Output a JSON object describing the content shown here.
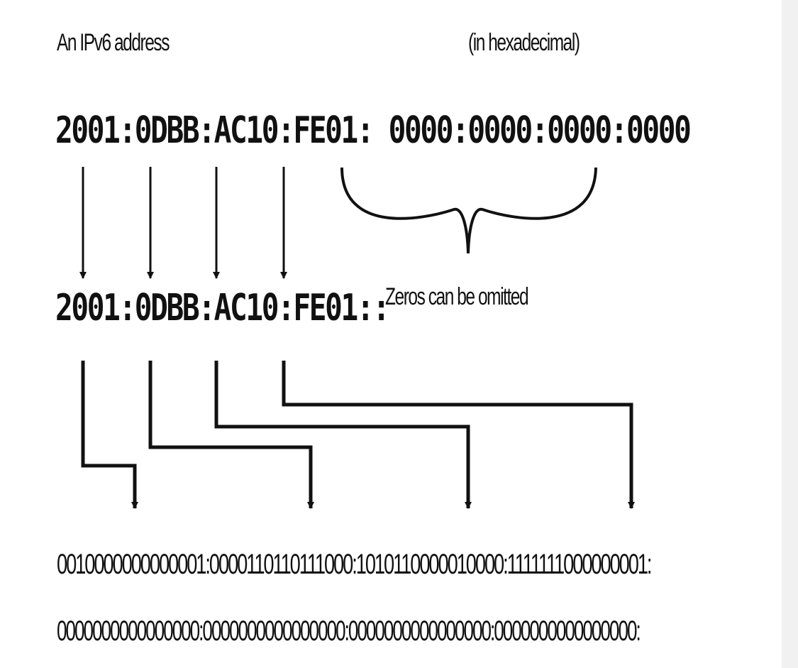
{
  "title": "An IPv6 address",
  "subtitle": "(in hexadecimal)",
  "full_address": {
    "groups": [
      "2001",
      "0DBB",
      "AC10",
      "FE01"
    ],
    "zero_groups": "0000:0000:0000:0000",
    "text": "2001:0DBB:AC10:FE01: 0000:0000:0000:0000"
  },
  "brace_label": "Zeros can be omitted",
  "compressed_address": "2001:0DBB:AC10:FE01::",
  "binary": {
    "line1": "0010000000000001:0000110110111000:1010110000010000:1111111000000001:",
    "line2": "0000000000000000:0000000000000000:0000000000000000:0000000000000000:"
  },
  "colors": {
    "ink": "#111111",
    "background": "#ffffff",
    "edge_strip": "#f1f1f1"
  }
}
